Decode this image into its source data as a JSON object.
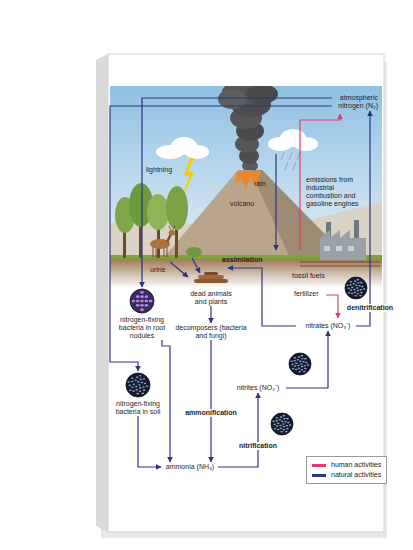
{
  "diagram": {
    "nodes": [
      {
        "text": [
          "atmospheric nitrogen (N₂)"
        ]
      },
      {
        "text": [
          "nitrogen-fixing bacteria in root nodules"
        ]
      },
      {
        "text": [
          "dead animals and plants"
        ]
      },
      {
        "text": [
          "nitrates (NO₃⁻)"
        ]
      },
      {
        "text": [
          "decomposers (bacteria and fungi)"
        ]
      },
      {
        "text": [
          "nitrogen-fixing bacteria in soil"
        ]
      },
      {
        "text": [
          "nitrites (NO₂⁻)"
        ]
      },
      {
        "text": [
          "ammonia (NH₃)"
        ]
      }
    ],
    "edges": [
      {
        "from": 0,
        "to": 1,
        "arrow": "to"
      },
      {
        "from": 0,
        "to": 5,
        "arrow": "to"
      },
      {
        "from": 1,
        "to": 7,
        "arrow": "to"
      },
      {
        "from": 5,
        "to": 7,
        "arrow": "to"
      },
      {
        "from": 2,
        "to": 4,
        "arrow": "to"
      },
      {
        "from": 4,
        "to": 7,
        "label": "ammonification",
        "arrow": "to"
      },
      {
        "from": 7,
        "to": 6,
        "label": "nitrification",
        "arrow": "to"
      },
      {
        "from": 6,
        "to": 3,
        "arrow": "to"
      },
      {
        "from": 3,
        "to": 0,
        "label": "denitrification",
        "arrow": "to"
      }
    ],
    "labels": [
      "lightning",
      "volcano",
      "rain",
      "emissions from industrial combustion and gasoline engines",
      "urine",
      "assimilation",
      "fossil fuels",
      "fertilizer"
    ],
    "legend": [
      {
        "text": "human activities",
        "color": "#e23a6e"
      },
      {
        "text": "natural activities",
        "color": "#2d3580"
      }
    ]
  }
}
